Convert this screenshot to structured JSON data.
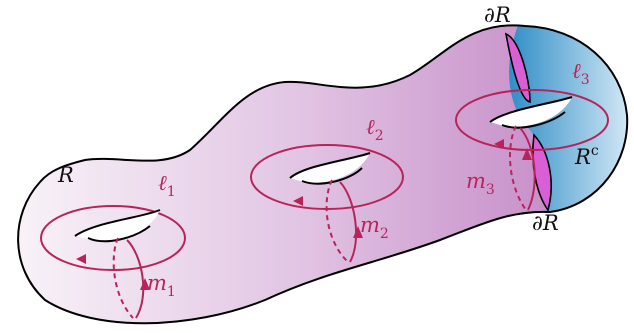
{
  "colors": {
    "crimson": "#b8245a",
    "region_R_light": "#f6eef6",
    "region_R_dark": "#c88cc8",
    "region_Rc": "#3f9fd2",
    "region_Rc_light": "#d9ecf7",
    "boundary_fill": "#d95fd6",
    "outline": "#000000"
  },
  "labels": {
    "R": "R",
    "Rc_base": "R",
    "Rc_sup": "c",
    "boundary_top": "∂R",
    "boundary_bottom": "∂R",
    "loops": [
      {
        "ell_base": "ℓ",
        "ell_sub": "1",
        "m_base": "m",
        "m_sub": "1"
      },
      {
        "ell_base": "ℓ",
        "ell_sub": "2",
        "m_base": "m",
        "m_sub": "2"
      },
      {
        "ell_base": "ℓ",
        "ell_sub": "3",
        "m_base": "m",
        "m_sub": "3"
      }
    ]
  }
}
